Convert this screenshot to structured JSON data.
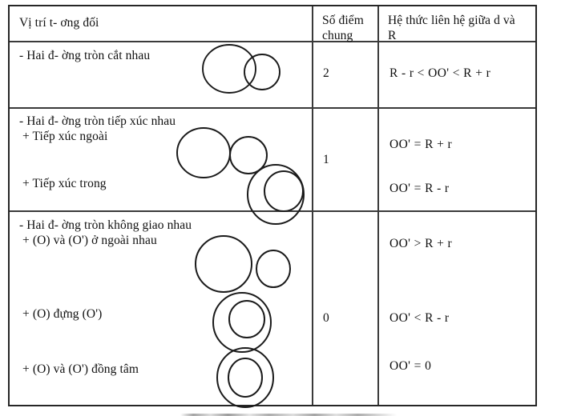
{
  "document": {
    "title": "Vị trí tương đối của hai đường tròn",
    "language": "vi"
  },
  "table": {
    "headers": {
      "position": "Vị trí t- ơng đối",
      "common_points": "Số điểm\nchung",
      "relation": "Hệ thức liên hệ giữa d và\nR"
    },
    "rows": [
      {
        "label": "- Hai đ- ờng tròn cắt nhau",
        "common_points": "2",
        "relations": [
          "R - r < OO' < R + r"
        ],
        "figure": "two-intersecting-circles"
      },
      {
        "label": "- Hai đ- ờng tròn tiếp xúc nhau",
        "sublabel_1": " + Tiếp xúc ngoài",
        "sublabel_2": "+ Tiếp xúc trong",
        "common_points": "1",
        "relations": [
          "OO' = R + r",
          "OO' = R - r"
        ],
        "figure_1": "externally-tangent-circles",
        "figure_2": "internally-tangent-circles"
      },
      {
        "label": "- Hai đ- ờng tròn không giao nhau",
        "sublabel_1": " + (O) và (O') ở ngoài nhau",
        "sublabel_2": "+ (O) đựng (O')",
        "sublabel_3": "+ (O) và (O') đồng tâm",
        "common_points": "0",
        "relations": [
          "OO' > R + r",
          "OO' < R - r",
          "OO' = 0"
        ],
        "figure_1": "separate-circles",
        "figure_2": "contained-circles",
        "figure_3": "concentric-circles"
      }
    ]
  },
  "colors": {
    "ink": "#111111",
    "rule": "#3a3a3a",
    "border": "#262626",
    "paper": "#ffffff"
  }
}
